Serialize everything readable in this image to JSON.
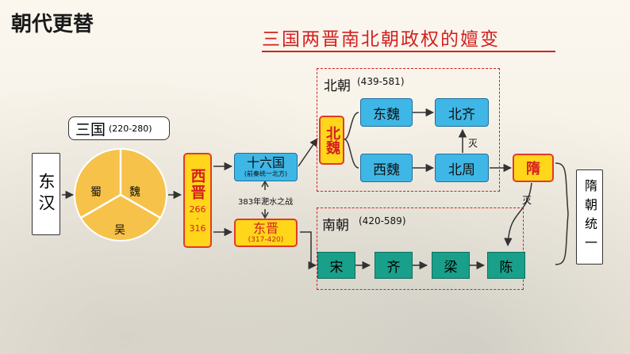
{
  "title": "朝代更替",
  "heading": "三国两晋南北朝政权的嬗变",
  "three_kingdoms": {
    "label": "三国",
    "years": "(220-280)",
    "shu": "蜀",
    "wei": "魏",
    "wu": "吴"
  },
  "east_han": "东汉",
  "western_jin": {
    "name": "西晋",
    "years_top": "266",
    "dash": "-",
    "years_bottom": "316"
  },
  "sixteen": {
    "name": "十六国",
    "note": "(前秦统一北方)"
  },
  "battle": "383年淝水之战",
  "eastern_jin": {
    "name": "东晋",
    "years": "(317-420)"
  },
  "northern": {
    "label": "北朝",
    "years": "(439-581)",
    "beiwei": "北魏",
    "dongwei": "东魏",
    "xiwei": "西魏",
    "beiqi": "北齐",
    "beizhou": "北周",
    "destroy": "灭"
  },
  "southern": {
    "label": "南朝",
    "years": "(420-589)",
    "song": "宋",
    "qi": "齐",
    "liang": "梁",
    "chen": "陈"
  },
  "sui": "隋",
  "sui_destroy": "灭",
  "sui_unify": "隋朝统一",
  "colors": {
    "red": "#d42020",
    "yellow": "#ffd61a",
    "blue": "#3fb7e6",
    "green": "#19a08a"
  }
}
